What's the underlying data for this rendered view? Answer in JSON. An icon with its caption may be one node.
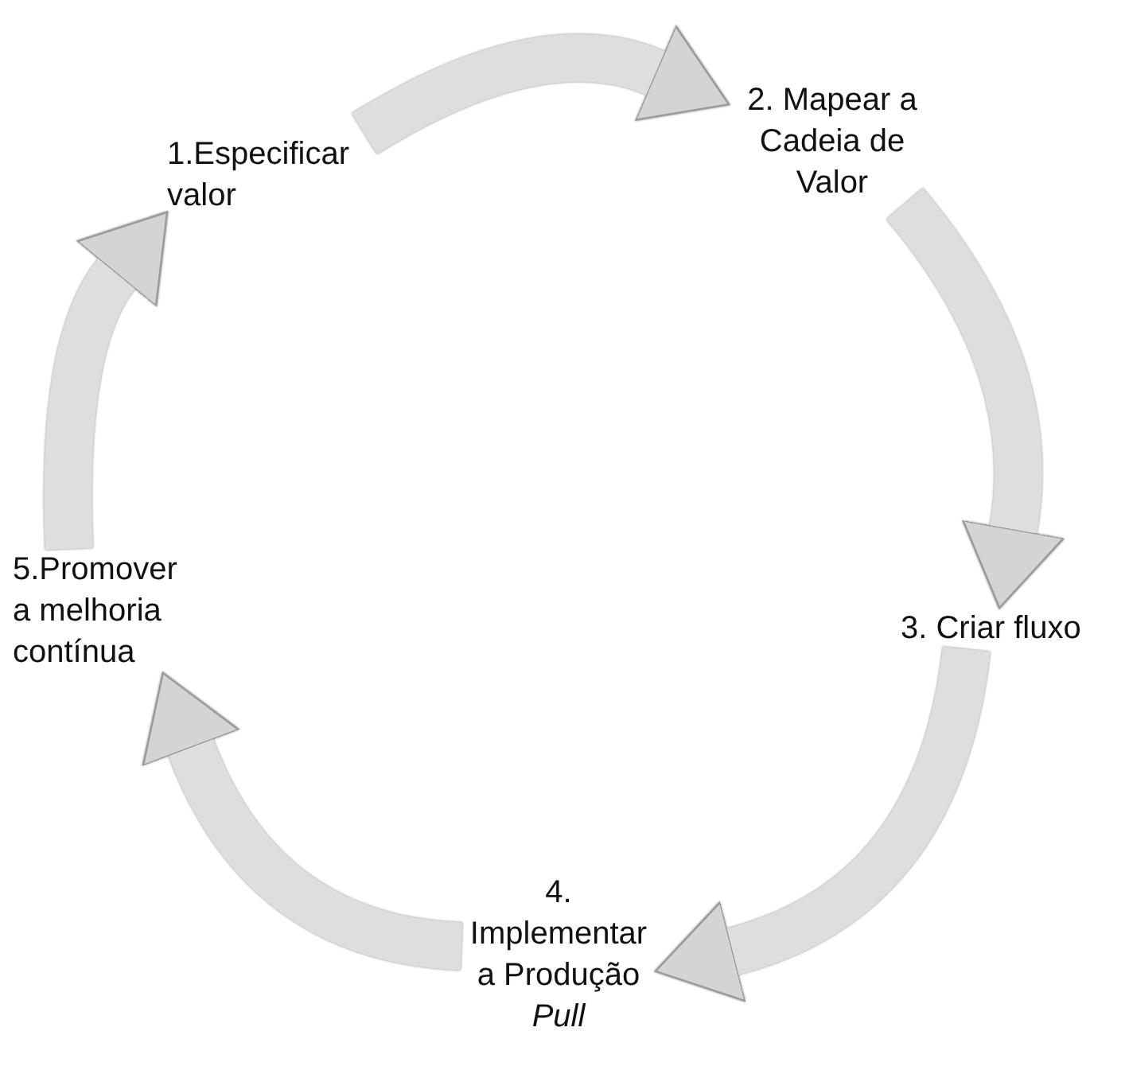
{
  "diagram": {
    "nodes": [
      {
        "text": [
          "1.Especificar valor"
        ]
      },
      {
        "text": [
          "2. Mapear a Cadeia de Valor"
        ]
      },
      {
        "text": [
          "3. Criar fluxo"
        ]
      },
      {
        "text": [
          "4. Implementar a Produção *Pull*"
        ]
      },
      {
        "text": [
          "5.Promover a melhoria contínua"
        ]
      }
    ],
    "edges": [
      {
        "from": 0,
        "to": 1,
        "arrow": "to"
      },
      {
        "from": 1,
        "to": 2,
        "arrow": "to"
      },
      {
        "from": 2,
        "to": 3,
        "arrow": "to"
      },
      {
        "from": 3,
        "to": 4,
        "arrow": "to"
      },
      {
        "from": 4,
        "to": 0,
        "arrow": "to"
      }
    ]
  }
}
